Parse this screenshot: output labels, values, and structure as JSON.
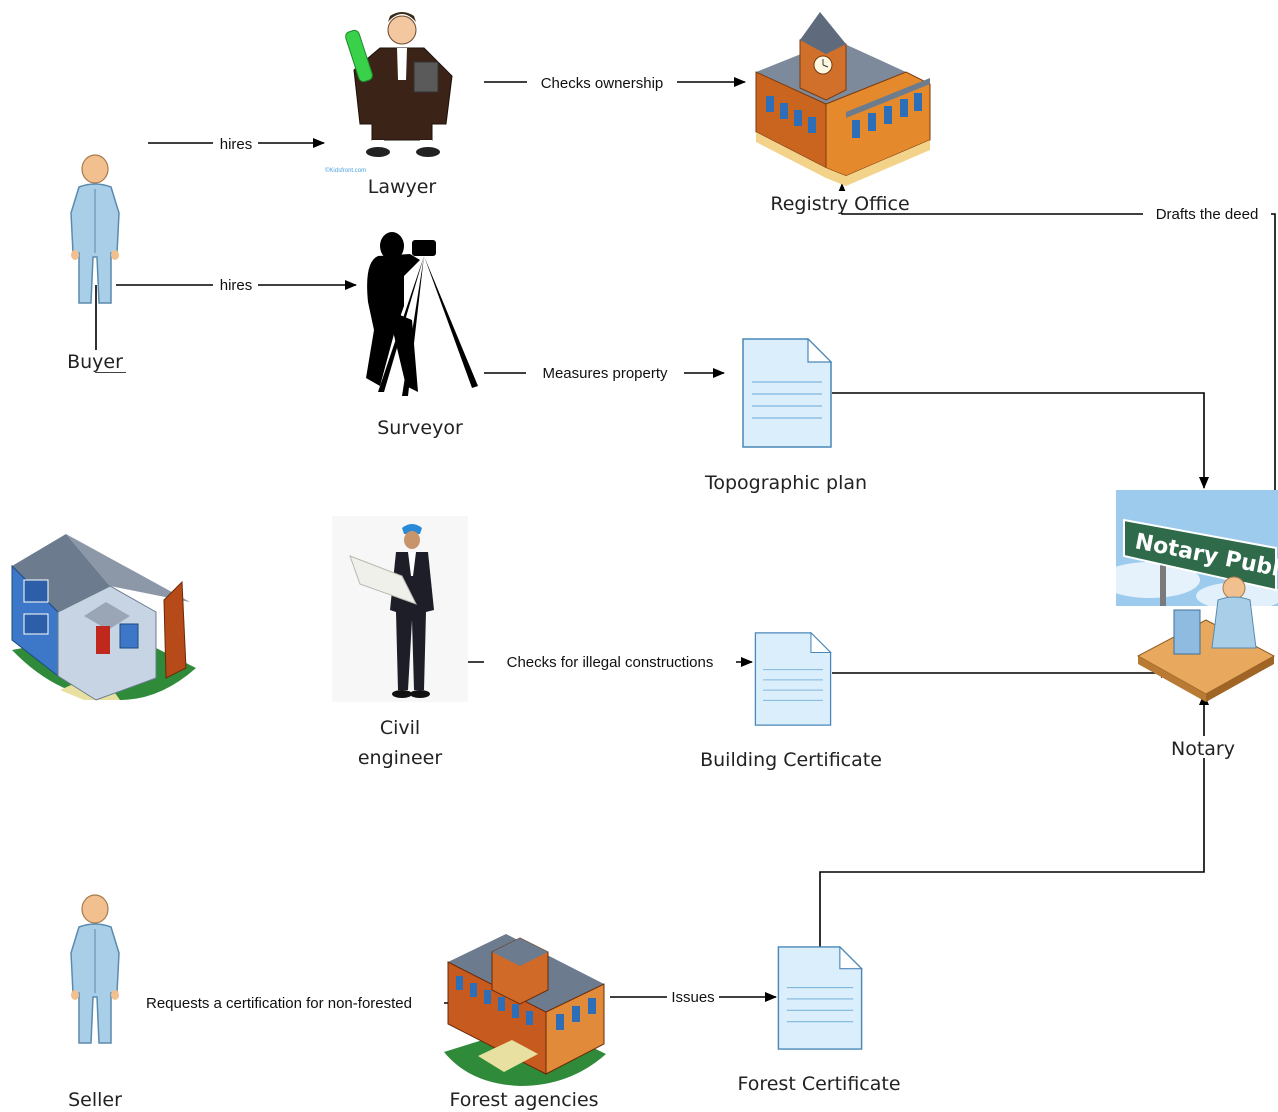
{
  "nodes": {
    "buyer": "Buyer",
    "lawyer": "Lawyer",
    "registry": "Registry Office",
    "surveyor": "Surveyor",
    "topo": "Topographic plan",
    "notary": "Notary",
    "engineer_line1": "Civil",
    "engineer_line2": "engineer",
    "building_cert": "Building Certificate",
    "seller": "Seller",
    "forest_agencies": "Forest agencies",
    "forest_cert": "Forest Certificate"
  },
  "edges": {
    "buyer_lawyer": "hires",
    "buyer_surveyor": "hires",
    "lawyer_registry": "Checks ownership",
    "notary_registry": "Drafts the deed",
    "surveyor_topo": "Measures property",
    "engineer_building": "Checks for illegal constructions",
    "seller_forest": "Requests a certification for non-forested",
    "forest_issues": "Issues"
  },
  "images": {
    "lawyer_watermark": "©Kidsfront.com",
    "notary_sign": "Notary Public"
  },
  "colors": {
    "person_fill": "#a9cfe8",
    "person_head": "#f2c08f",
    "document_fill": "#dbeefb",
    "document_line": "#7fb6de",
    "brick": "#c75b1f",
    "roof": "#6c7b8e",
    "grass": "#2f8a3a",
    "sign_green": "#2f6b4a"
  }
}
